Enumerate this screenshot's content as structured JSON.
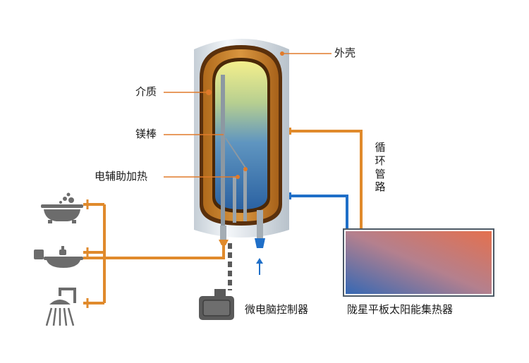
{
  "labels": {
    "shell": "外壳",
    "medium": "介质",
    "magnesium_rod": "镁棒",
    "electric_heating": "电辅助加热",
    "circulation_pipe": [
      "循",
      "环",
      "管",
      "路"
    ],
    "controller": "微电脑控制器",
    "collector": "陇星平板太阳能集热器"
  },
  "colors": {
    "pipe_hot": "#e08a2c",
    "pipe_cold": "#1f6fc8",
    "leader_line": "#e07a2a",
    "tank_shell": "#dde5ec",
    "tank_liner": "#6b3a10",
    "tank_medium": "#c8862e",
    "water_top": "#f2ee8a",
    "water_bottom": "#2d6aa8",
    "collector_left": "#3f72b6",
    "collector_right": "#e0725a",
    "fixtures": "#6c6c6c"
  },
  "icons": [
    "bathtub-icon",
    "washbasin-icon",
    "shower-icon",
    "controller-icon",
    "up-arrow-icon"
  ]
}
